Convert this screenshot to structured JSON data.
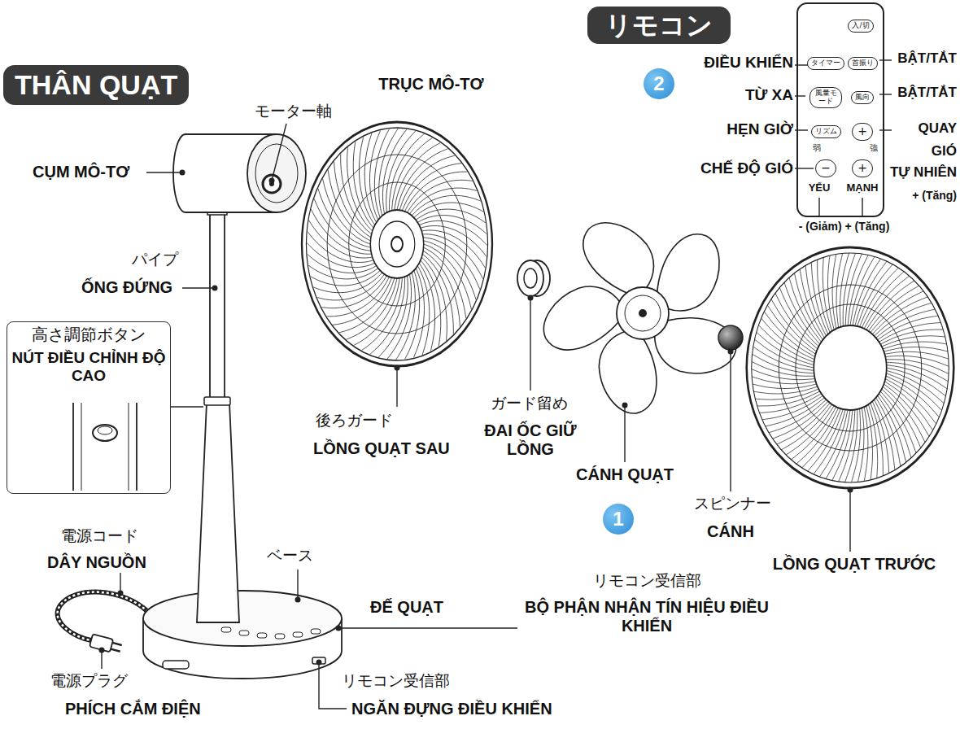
{
  "diagram": {
    "nodes": [
      {
        "text": [
          "リモコン"
        ]
      },
      {
        "text": [
          "2"
        ]
      },
      {
        "text": [
          "入/切"
        ]
      },
      {
        "text": [
          "タイマー"
        ]
      },
      {
        "text": [
          "首振り"
        ]
      },
      {
        "text": [
          "風量モード"
        ]
      },
      {
        "text": [
          "風向"
        ]
      },
      {
        "text": [
          "リズム"
        ]
      },
      {
        "text": [
          "+"
        ]
      },
      {
        "text": [
          "−"
        ]
      },
      {
        "text": [
          "+"
        ]
      },
      {
        "text": [
          "THÂN QUẠT"
        ]
      },
      {
        "text": [
          "高さ調節ボタン",
          "NÚT ĐIỀU CHỈNH ĐỘ CAO"
        ]
      },
      {
        "text": [
          "1"
        ]
      }
    ],
    "labels": [
      "TRỤC MÔ-TƠ",
      "モーター軸",
      "CỤM MÔ-TƠ",
      "パイプ",
      "ỐNG ĐỨNG",
      "後ろガード",
      "LỒNG QUẠT SAU",
      "ガード留め",
      "ĐAI ỐC GIỮ LỒNG",
      "CÁNH QUẠT",
      "スピンナー",
      "CÁNH",
      "LỒNG QUẠT TRƯỚC",
      "電源コード",
      "DÂY NGUỒN",
      "ベース",
      "ĐẾ QUẠT",
      "リモコン受信部",
      "BỘ PHẬN NHẬN TÍN HIỆU ĐIỀU KHIỂN",
      "電源プラグ",
      "PHÍCH CẮM ĐIỆN",
      "リモコン受信部",
      "NGĂN ĐỰNG ĐIỀU KHIỂN",
      "ĐIỀU KHIỂN",
      "TỪ XA",
      "HẸN GIỜ",
      "CHẾ ĐỘ GIÓ",
      "BẬT/TẮT",
      "BẬT/TẮT",
      "QUAY",
      "GIÓ",
      "TỰ NHIÊN",
      "+ (Tăng)",
      "弱",
      "強",
      "YẾU",
      "MẠNH",
      "- (Giảm) + (Tăng)"
    ]
  }
}
